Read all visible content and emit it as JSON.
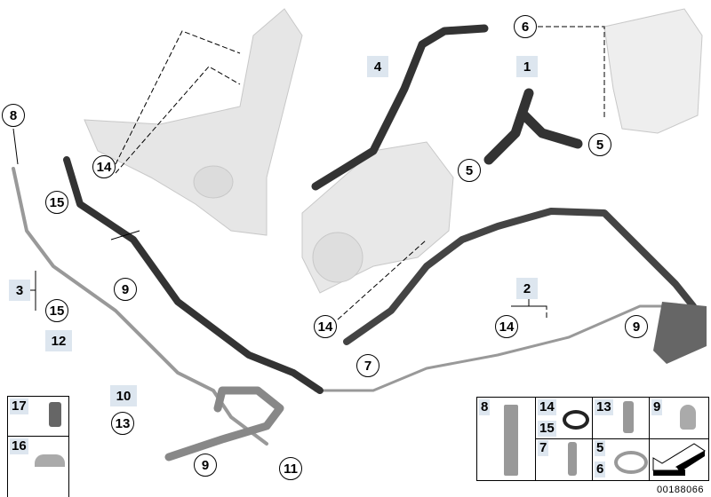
{
  "diagram_id": "00188066",
  "labels": {
    "l1": "1",
    "l2": "2",
    "l3": "3",
    "l4": "4",
    "l5a": "5",
    "l5b": "5",
    "l6": "6",
    "l7": "7",
    "l8": "8",
    "l9a": "9",
    "l9b": "9",
    "l9c": "9",
    "l10": "10",
    "l11": "11",
    "l12": "12",
    "l13": "13",
    "l14a": "14",
    "l14b": "14",
    "l14c": "14",
    "l15a": "15",
    "l15b": "15"
  },
  "legend_right": {
    "c8": "8",
    "c14": "14",
    "c15": "15",
    "c13": "13",
    "c9": "9",
    "c7": "7",
    "c5": "5",
    "c6": "6"
  },
  "legend_left": {
    "c17": "17",
    "c16": "16"
  }
}
